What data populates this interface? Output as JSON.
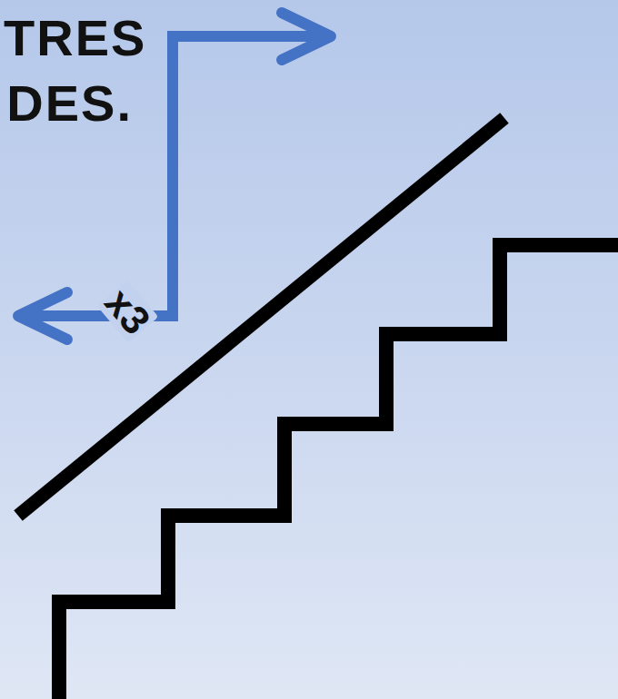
{
  "diagram": {
    "labels": [
      "TRES",
      "DES.",
      "x3"
    ]
  }
}
